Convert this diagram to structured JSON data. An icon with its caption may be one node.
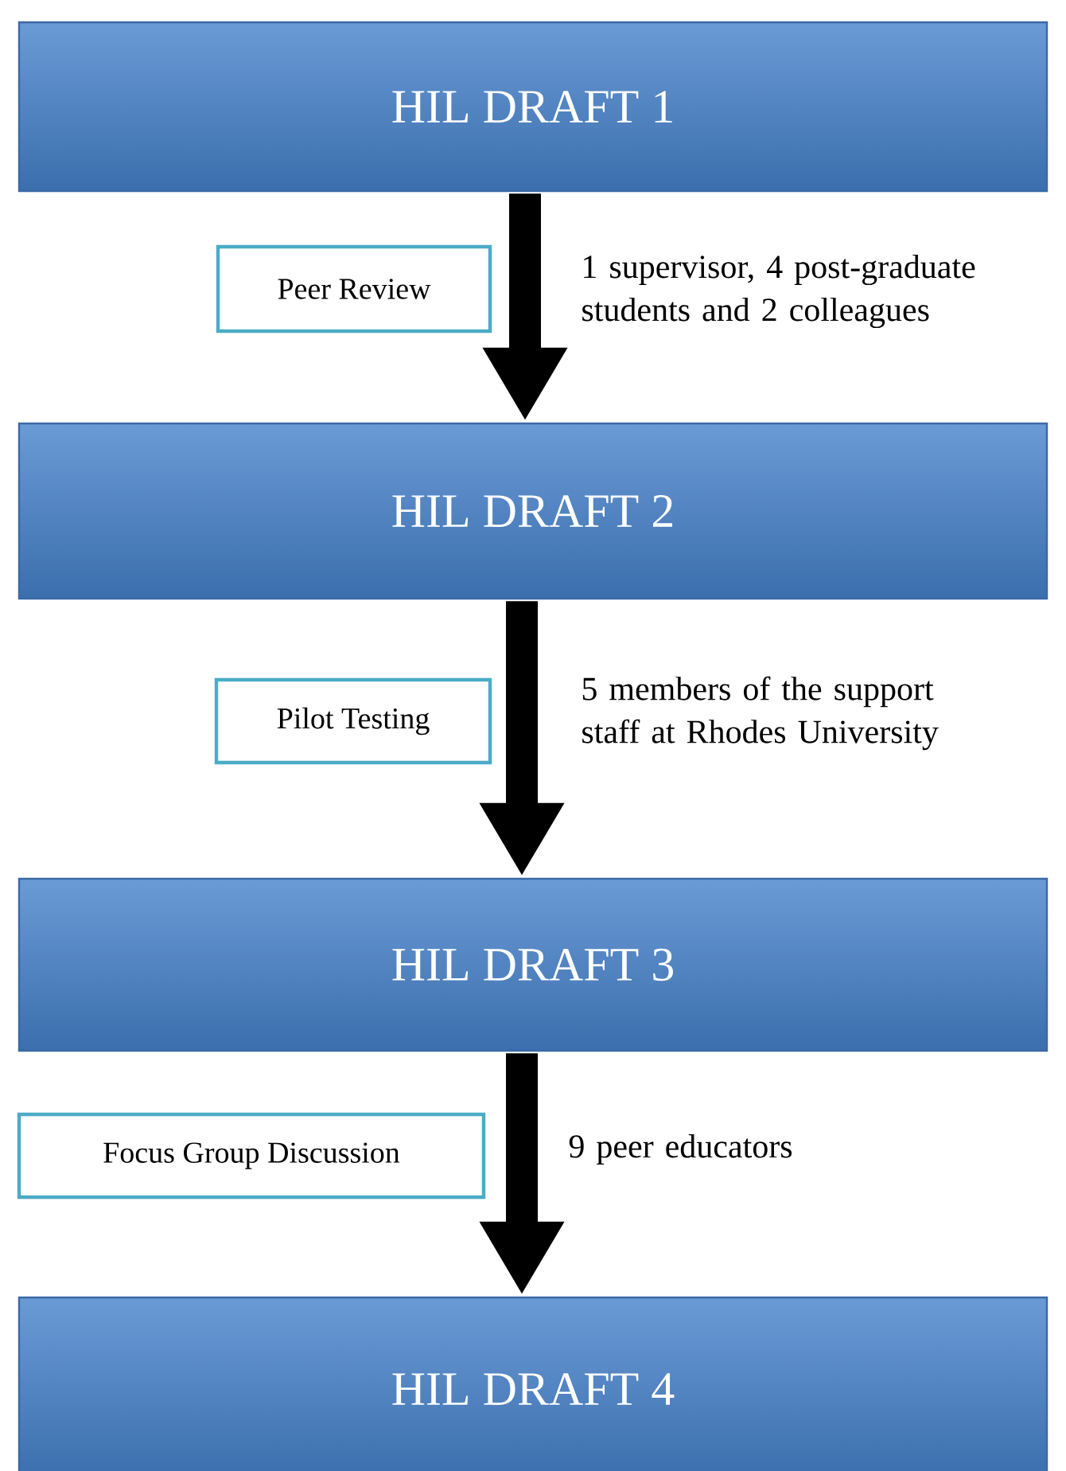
{
  "diagram": {
    "nodes": [
      {
        "text": [
          "HIL DRAFT 1"
        ]
      },
      {
        "text": [
          "HIL DRAFT 2"
        ]
      },
      {
        "text": [
          "HIL DRAFT 3"
        ]
      },
      {
        "text": [
          "HIL DRAFT 4"
        ]
      },
      {
        "text": [
          "Peer Review"
        ]
      },
      {
        "text": [
          "Pilot Testing"
        ]
      },
      {
        "text": [
          "Focus Group Discussion"
        ]
      }
    ],
    "edges": [
      {
        "from": 0,
        "to": 1,
        "arrow": "to"
      },
      {
        "from": 1,
        "to": 2,
        "arrow": "to"
      },
      {
        "from": 2,
        "to": 3,
        "arrow": "to"
      }
    ],
    "labels": [
      "1 supervisor, 4 post-graduate students and 2 colleagues",
      "5 members of the support staff at Rhodes University",
      "9 peer educators"
    ]
  }
}
